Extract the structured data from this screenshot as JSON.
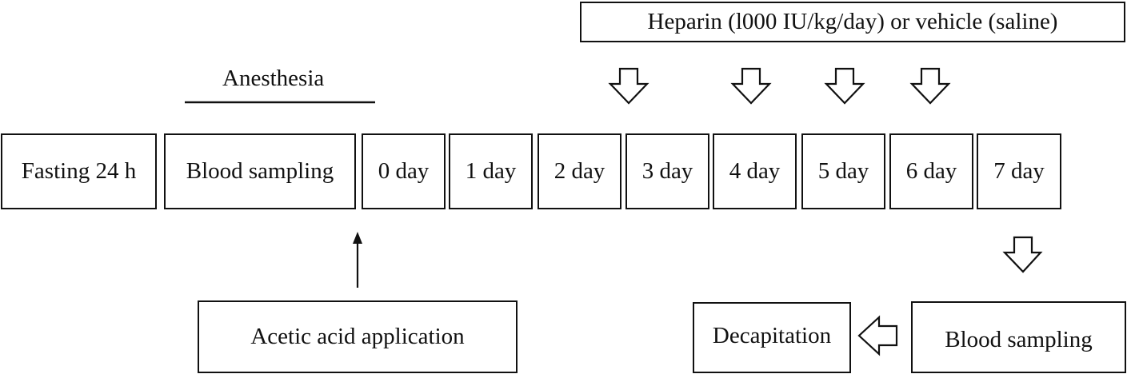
{
  "treatment": {
    "label": "Heparin (l000 IU/kg/day) or vehicle (saline)"
  },
  "anesthesia": {
    "label": "Anesthesia"
  },
  "timeline": [
    "Fasting 24 h",
    "Blood sampling",
    "0 day",
    "1 day",
    "2 day",
    "3 day",
    "4 day",
    "5 day",
    "6 day",
    "7 day"
  ],
  "acetic_acid": {
    "label": "Acetic acid application"
  },
  "final_blood_sampling": {
    "label": "Blood sampling"
  },
  "decapitation": {
    "label": "Decapitation"
  },
  "colors": {
    "stroke": "#111111",
    "background": "#ffffff"
  }
}
